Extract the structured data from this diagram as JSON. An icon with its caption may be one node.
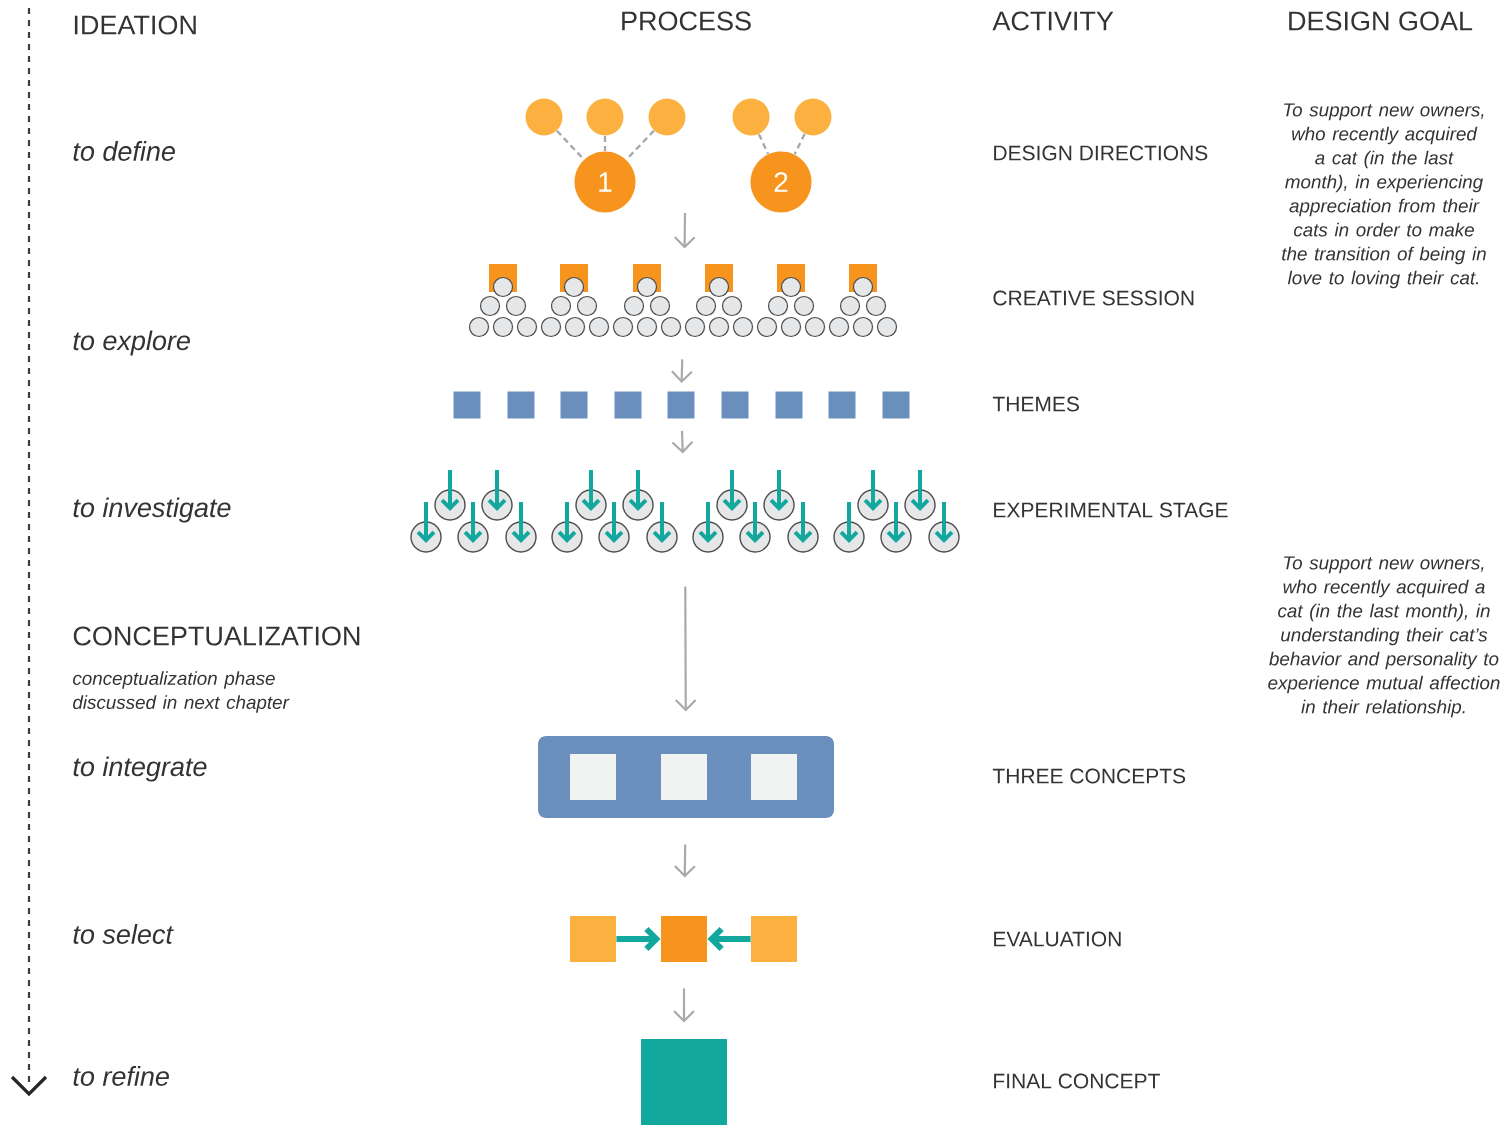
{
  "diagram": {
    "nodes": [
      {
        "text": [],
        "shape": "circle"
      },
      {
        "text": [],
        "shape": "circle"
      },
      {
        "text": [],
        "shape": "circle"
      },
      {
        "text": [],
        "shape": "circle"
      },
      {
        "text": [],
        "shape": "circle"
      },
      {
        "text": [
          "1"
        ]
      },
      {
        "text": [
          "2"
        ]
      },
      {
        "text": [],
        "shape": "picture"
      },
      {
        "text": [],
        "shape": "box"
      },
      {
        "text": [],
        "shape": "box"
      },
      {
        "text": [],
        "shape": "box"
      },
      {
        "text": [],
        "shape": "box"
      },
      {
        "text": [],
        "shape": "box"
      },
      {
        "text": [],
        "shape": "box"
      },
      {
        "text": [],
        "shape": "box"
      },
      {
        "text": [],
        "shape": "box"
      },
      {
        "text": [],
        "shape": "box"
      },
      {
        "text": [],
        "shape": "picture"
      },
      {
        "text": [],
        "shape": "box"
      },
      {
        "text": [],
        "shape": "box",
        "in": 18
      },
      {
        "text": [],
        "shape": "box",
        "in": 18
      },
      {
        "text": [],
        "shape": "box",
        "in": 18
      },
      {
        "text": [],
        "shape": "box"
      },
      {
        "text": [],
        "shape": "box"
      },
      {
        "text": [],
        "shape": "box"
      },
      {
        "text": [],
        "shape": "box"
      }
    ],
    "edges": [
      {
        "from": 0,
        "to": 5,
        "arrow": "none",
        "style": "dashed"
      },
      {
        "from": 1,
        "to": 5,
        "arrow": "none",
        "style": "dashed"
      },
      {
        "from": 2,
        "to": 5,
        "arrow": "none",
        "style": "dashed"
      },
      {
        "from": 3,
        "to": 6,
        "arrow": "none",
        "style": "dashed"
      },
      {
        "from": 4,
        "to": 6,
        "arrow": "none",
        "style": "dashed"
      },
      {
        "from": null,
        "to": 7,
        "arrow": "to"
      },
      {
        "from": 7,
        "to": 12,
        "arrow": "to"
      },
      {
        "from": 12,
        "to": 17,
        "arrow": "to"
      },
      {
        "from": 17,
        "to": 18,
        "arrow": "to"
      },
      {
        "from": 22,
        "to": 23,
        "arrow": "to",
        "style": "thick",
        "color": "#13a89e"
      },
      {
        "from": 24,
        "to": 23,
        "arrow": "to",
        "style": "thick",
        "color": "#13a89e"
      },
      {
        "from": 18,
        "to": 23,
        "arrow": "to"
      },
      {
        "from": 23,
        "to": 25,
        "arrow": "to"
      }
    ],
    "labels": [
      "IDEATION",
      "PROCESS",
      "ACTIVITY",
      "DESIGN GOAL",
      "to define",
      "DESIGN DIRECTIONS",
      "To support new owners, who recently acquired a cat (in the last month), in experiencing appreciation from their cats in order to make the transition of being in love to loving their cat.",
      "CREATIVE SESSION",
      "to explore",
      "THEMES",
      "to investigate",
      "EXPERIMENTAL STAGE",
      "To support new owners, who recently acquired a cat (in the last month), in understanding their cat’s behavior and personality to experience mutual affection in their relationship.",
      "CONCEPTUALIZATION",
      "conceptualization phase discussed in next chapter",
      "to integrate",
      "THREE CONCEPTS",
      "to select",
      "EVALUATION",
      "to refine",
      "FINAL CONCEPT"
    ]
  }
}
